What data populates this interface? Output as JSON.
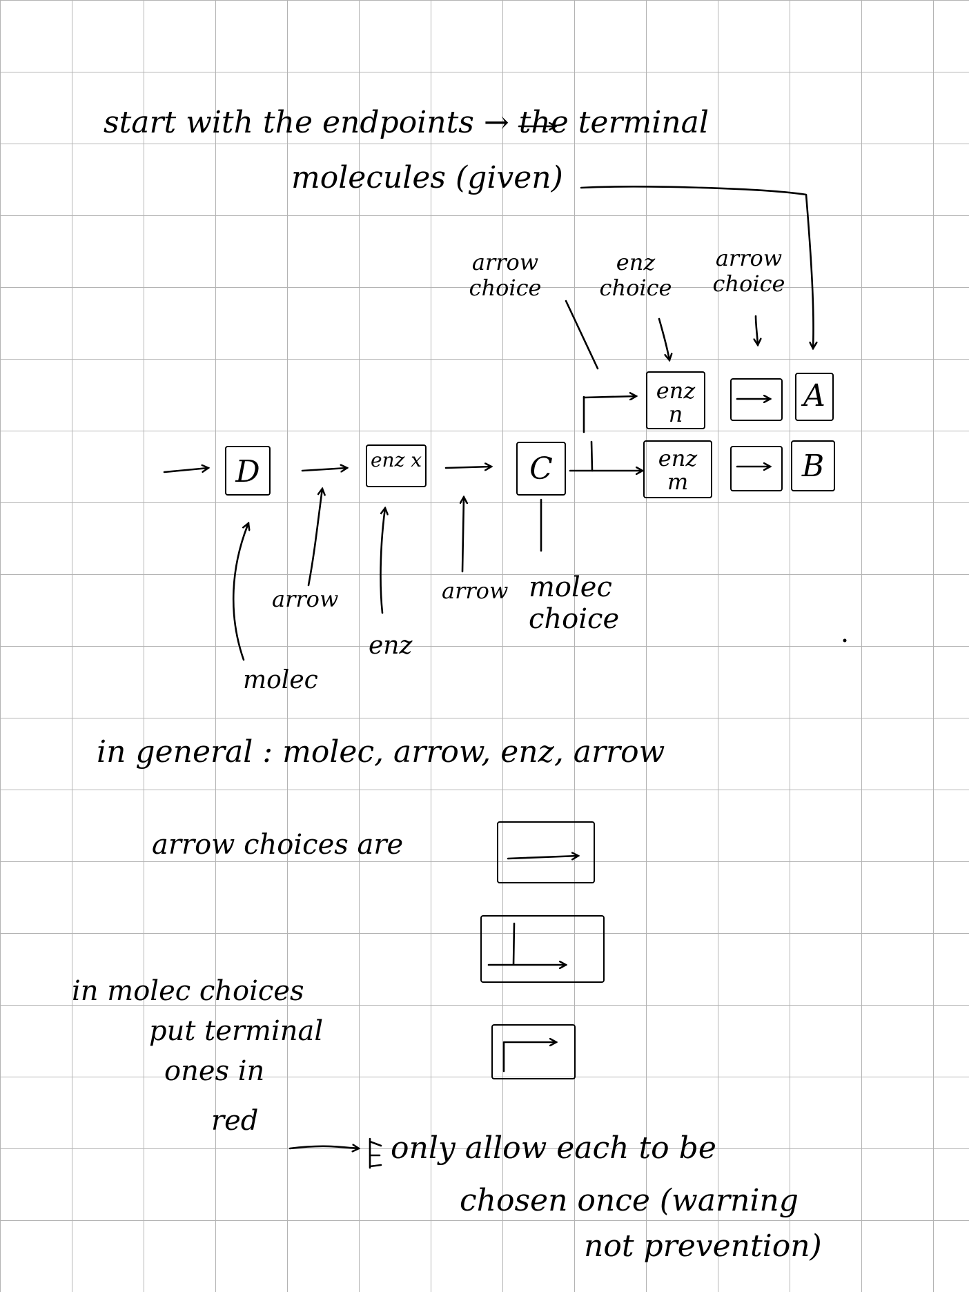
{
  "notes": {
    "line1": "start with the endpoints → the terminal",
    "line2": "molecules (given)",
    "arrow_choice_top_left": "arrow choice",
    "enz_choice_top": "enz choice",
    "arrow_choice_top_right": "arrow choice",
    "general": "in general : molec, arrow, enz, arrow",
    "arrow_choices_are": "arrow choices are",
    "molec_choices_1": "in molec choices",
    "molec_choices_2": "put terminal",
    "molec_choices_3": "ones in",
    "molec_choices_4": "red",
    "only_allow_1": "only allow each to be",
    "only_allow_2": "chosen once (warning",
    "only_allow_3": "not prevention)"
  },
  "nodes": {
    "D": "D",
    "enz_x": "enz x",
    "C": "C",
    "enz_n": "enz n",
    "enz_m": "enz m",
    "A": "A",
    "B": "B"
  },
  "labels": {
    "molec": "molec",
    "arrow1": "arrow",
    "enz": "enz",
    "arrow2": "arrow",
    "molec_choice": "molec choice"
  }
}
